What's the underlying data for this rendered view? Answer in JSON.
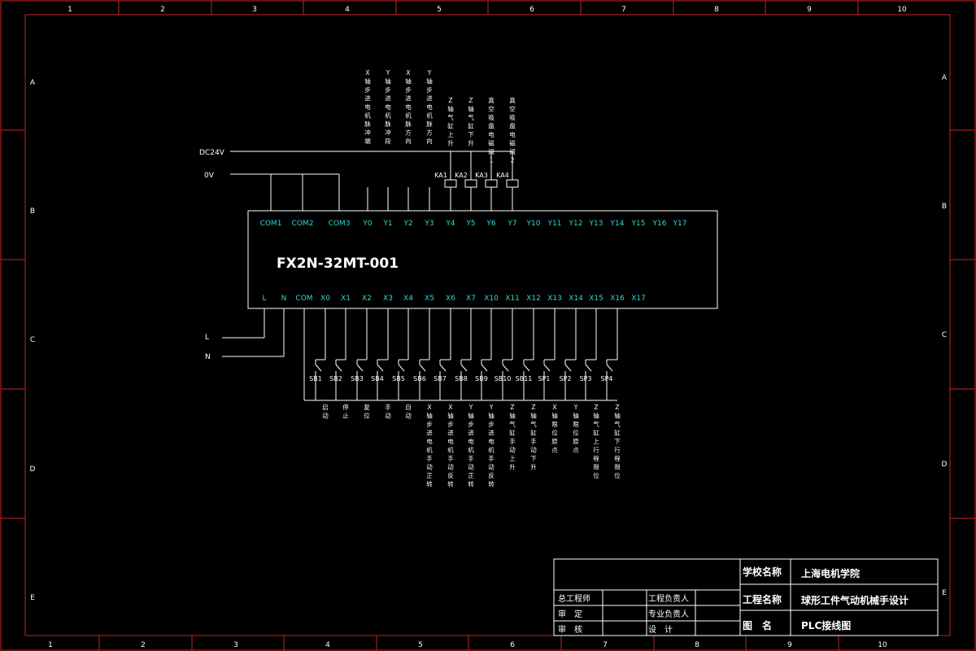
{
  "colors": {
    "background": "#000000",
    "border": "#cc2222",
    "line": "#ffffff",
    "pin_label": "#33d6d6"
  },
  "frame": {
    "columns_top": [
      "1",
      "2",
      "3",
      "4",
      "5",
      "6",
      "7",
      "8",
      "9",
      "10"
    ],
    "columns_bottom": [
      "1",
      "2",
      "3",
      "4",
      "5",
      "6",
      "7",
      "8",
      "9",
      "10"
    ],
    "rows": [
      "A",
      "B",
      "C",
      "D",
      "E"
    ]
  },
  "plc": {
    "model": "FX2N-32MT-001",
    "top_pins": [
      "COM1",
      "COM2",
      "COM3",
      "Y0",
      "Y1",
      "Y2",
      "Y3",
      "Y4",
      "Y5",
      "Y6",
      "Y7",
      "Y10",
      "Y11",
      "Y12",
      "Y13",
      "Y14",
      "Y15",
      "Y16",
      "Y17"
    ],
    "bottom_pins": [
      "L",
      "N",
      "COM",
      "X0",
      "X1",
      "X2",
      "X3",
      "X4",
      "X5",
      "X6",
      "X7",
      "X10",
      "X11",
      "X12",
      "X13",
      "X14",
      "X15",
      "X16",
      "X17"
    ]
  },
  "supply": {
    "dc24v": "DC24V",
    "zero_v": "0V",
    "line_l": "L",
    "line_n": "N"
  },
  "relays": [
    "KA1",
    "KA2",
    "KA3",
    "KA4"
  ],
  "output_descriptions": [
    "X轴步进电机脉冲端",
    "Y轴步进电机脉冲段",
    "X轴步进电机脉方向",
    "Y轴步进电机脉方向",
    "Z轴气缸上升",
    "Z轴气缸下升",
    "真空吸盘电磁阀1",
    "真空吸盘电磁阀2"
  ],
  "inputs": {
    "devices": [
      "SB1",
      "SB2",
      "SB3",
      "SB4",
      "SB5",
      "SB6",
      "SB7",
      "SB8",
      "SB9",
      "SB10",
      "SB11",
      "SP1",
      "SP2",
      "SP3",
      "SP4"
    ],
    "descriptions": [
      "启动",
      "停止",
      "复位",
      "手动",
      "自动",
      "X轴步进电机手动正转",
      "X轴步进电机手动反转",
      "Y轴步进电机手动正转",
      "Y轴步进电机手动反转",
      "Z轴气缸手动上升",
      "Z轴气缸手动下升",
      "X轴限位原点",
      "Y轴限位原点",
      "Z轴气缸上行程限位",
      "Z轴气缸下行程限位"
    ]
  },
  "title_block": {
    "school_label": "学校名称",
    "school_value": "上海电机学院",
    "project_label": "工程名称",
    "project_value": "球形工件气动机械手设计",
    "drawing_label": "图　名",
    "drawing_value": "PLC接线图",
    "chief_engineer": "总工程师",
    "engineer_in_charge": "工程负责人",
    "review": "审　定",
    "specialty_lead": "专业负责人",
    "audit": "审　核",
    "design": "设　计"
  }
}
